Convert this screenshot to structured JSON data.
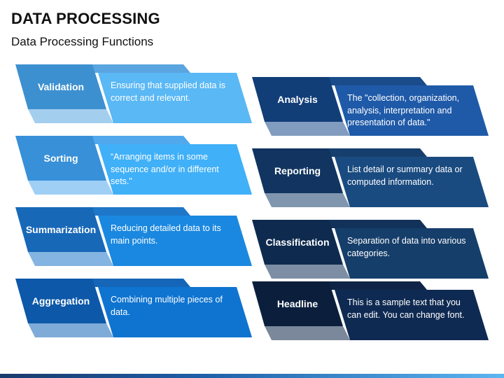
{
  "header": {
    "title": "DATA PROCESSING",
    "subtitle": "Data Processing Functions"
  },
  "colors": {
    "light_back": [
      "#5aa5e0",
      "#52a8ec",
      "#1f77c9",
      "#1566b8"
    ],
    "light_front": [
      "#5ab8f5",
      "#40b0f8",
      "#1a88e0",
      "#0f74d0"
    ],
    "light_label": [
      "#3d90d0",
      "#3890d8",
      "#1868b8",
      "#0d58a8"
    ],
    "dark_back": [
      "#1a4b8a",
      "#173f6e",
      "#13325a",
      "#0f2547"
    ],
    "dark_front": [
      "#1f5aa8",
      "#1a4b80",
      "#163e6a",
      "#0f2a52"
    ],
    "dark_label": [
      "#123e78",
      "#113560",
      "#0e2b4f",
      "#0b1f3d"
    ]
  },
  "left_items": [
    {
      "label": "Validation",
      "description": "Ensuring that supplied data is correct and relevant."
    },
    {
      "label": "Sorting",
      "description": "“Arranging items in some sequence and/or in different sets.\""
    },
    {
      "label": "Summarization",
      "description": "Reducing detailed data to its main points."
    },
    {
      "label": "Aggregation",
      "description": "Combining multiple pieces of data."
    }
  ],
  "right_items": [
    {
      "label": "Analysis",
      "description": "The \"collection, organization, analysis, interpretation and presentation of data.\""
    },
    {
      "label": "Reporting",
      "description": "List detail or summary data or computed information."
    },
    {
      "label": "Classification",
      "description": "Separation of data into various categories."
    },
    {
      "label": "Headline",
      "description": "This is a sample text that you can edit. You can change font."
    }
  ]
}
